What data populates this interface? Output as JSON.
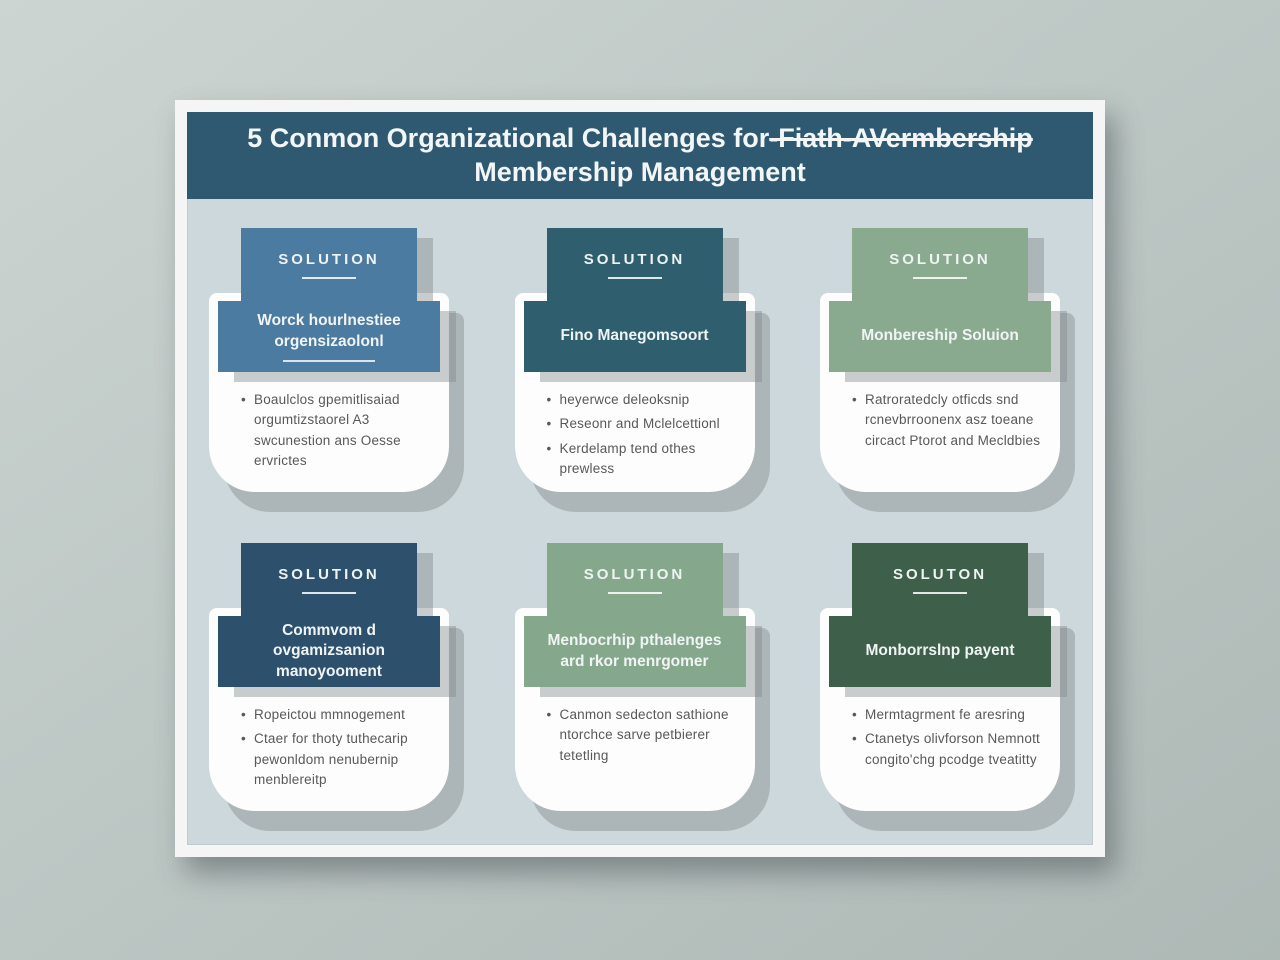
{
  "colors": {
    "title_bar": "#2e5971",
    "poster_bg": "#ccd8db",
    "frame": "#f4f5f4",
    "card_blue": "#4c7ba1",
    "card_teal": "#2f5f6e",
    "card_sage": "#8aaa90",
    "card_navy": "#2d516d",
    "card_green": "#3e5f4a"
  },
  "poster": {
    "title": {
      "line1_normal": "5 Conmon Organizational Challenges for",
      "line1_struck": "-Fiath-AVermbership",
      "line2": "Membership Management"
    },
    "cards": [
      {
        "header": "SOLUTION",
        "banner": "Worck hourlnestiee orgensizaolonl",
        "banner_divider": true,
        "tab_color": "#4c7ba1",
        "bullets": [
          "Boaulclos gpemitlisaiad orgumtizstaorel A3 swcunestion ans Oesse ervrictes"
        ]
      },
      {
        "header": "SOLUTION",
        "banner": "Fino Manegomsoort",
        "banner_divider": false,
        "tab_color": "#2f5f6e",
        "bullets": [
          "heyerwce deleoksnip",
          "Reseonr and Mclelcettionl",
          "Kerdelamp tend othes prewless"
        ]
      },
      {
        "header": "SOLUTION",
        "banner": "Monbereship Soluion",
        "banner_divider": false,
        "tab_color": "#8aaa90",
        "bullets": [
          "Ratroratedcly otficds snd rcnevbrroonenx asz toeane circact Ptorot and Mecldbies"
        ]
      },
      {
        "header": "SOLUTION",
        "banner": "Commvom d ovgamizsanion manoyooment",
        "banner_divider": false,
        "tab_color": "#2d516d",
        "bullets": [
          "Ropeictou mmnogement",
          "Ctaer for thoty tuthecarip pewonldom nenubernip menblereitp"
        ]
      },
      {
        "header": "SOLUTION",
        "banner": "Menbocrhip pthalenges ard rkor menrgomer",
        "banner_divider": false,
        "tab_color": "#85a88d",
        "bullets": [
          "Canmon sedecton sathione ntorchce sarve petbierer tetetling"
        ]
      },
      {
        "header": "SOLUTON",
        "banner": "Monborrslnp payent",
        "banner_divider": false,
        "tab_color": "#3e5f4a",
        "bullets": [
          "Mermtagrment fe aresring",
          "Ctanetys olivforson Nemnott congito'chg pcodge tveatitty"
        ]
      }
    ]
  }
}
